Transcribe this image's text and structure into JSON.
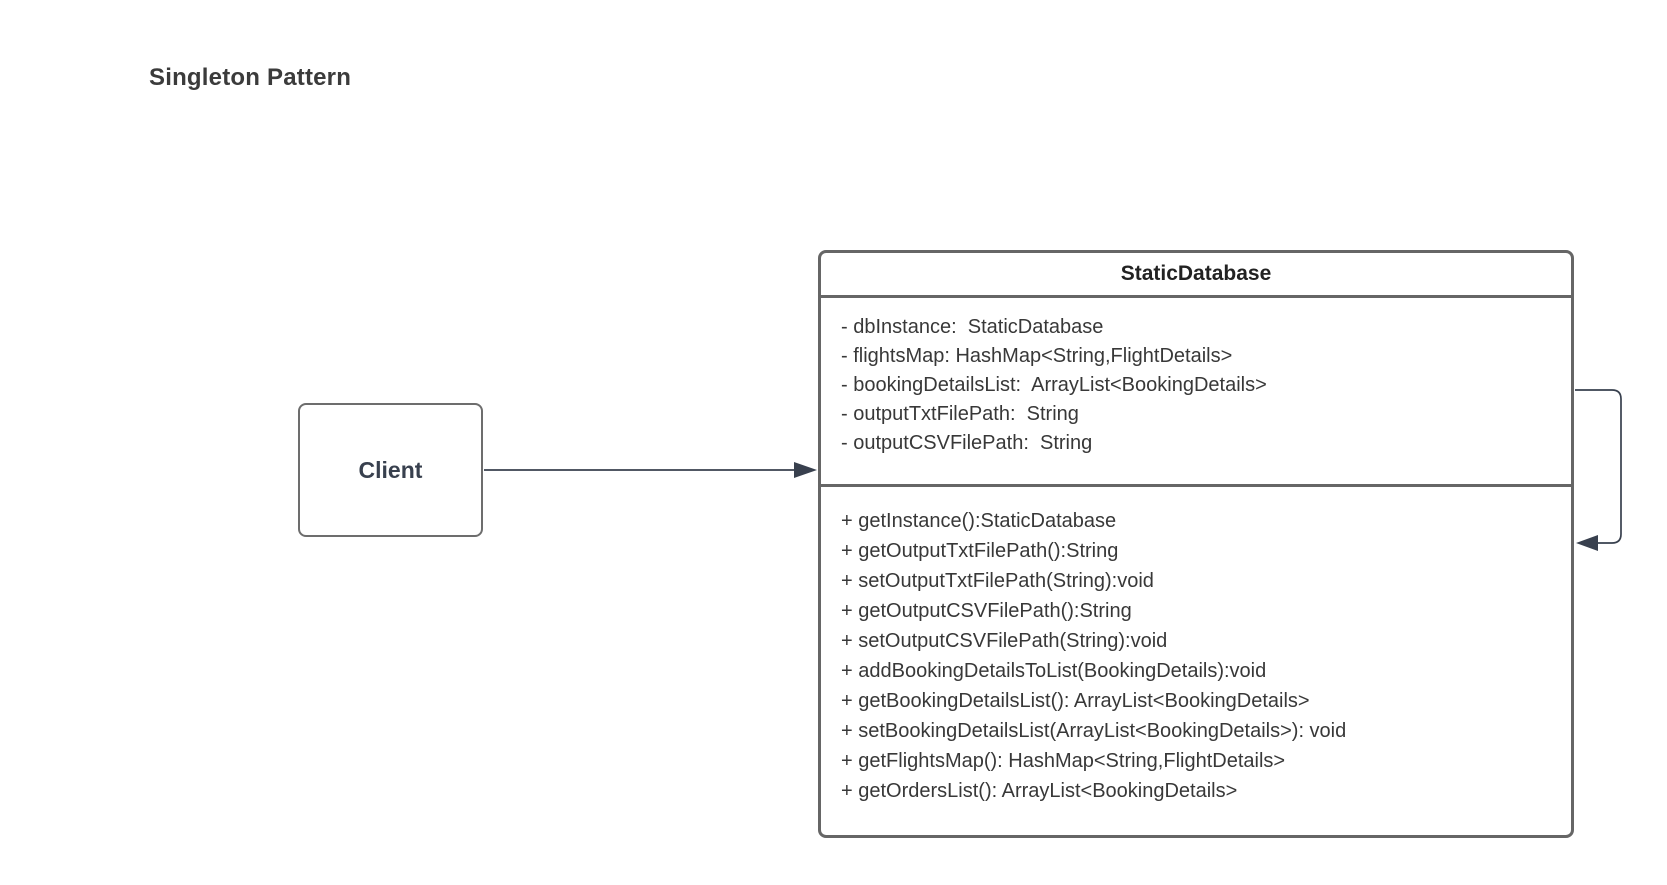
{
  "title": "Singleton Pattern",
  "client_box": {
    "label": "Client"
  },
  "class_box": {
    "name": "StaticDatabase",
    "attributes": [
      "- dbInstance:  StaticDatabase",
      "- flightsMap: HashMap<String,FlightDetails>",
      "- bookingDetailsList:  ArrayList<BookingDetails>",
      "- outputTxtFilePath:  String",
      "- outputCSVFilePath:  String"
    ],
    "methods": [
      "+ getInstance():StaticDatabase",
      "+ getOutputTxtFilePath():String",
      "+ setOutputTxtFilePath(String):void",
      "+ getOutputCSVFilePath():String",
      "+ setOutputCSVFilePath(String):void",
      "+ addBookingDetailsToList(BookingDetails):void",
      "+ getBookingDetailsList(): ArrayList<BookingDetails>",
      "+ setBookingDetailsList(ArrayList<BookingDetails>): void",
      "+ getFlightsMap(): HashMap<String,FlightDetails>",
      "+ getOrdersList(): ArrayList<BookingDetails>"
    ]
  },
  "connectors": {
    "client_to_database": {
      "from": "Client",
      "to": "StaticDatabase",
      "style": "directed-association"
    },
    "self_reference": {
      "from": "StaticDatabase",
      "to": "StaticDatabase",
      "style": "self-association"
    }
  },
  "colors": {
    "border": "#666666",
    "text": "#383838",
    "accent": "#38404e",
    "background": "#ffffff"
  }
}
